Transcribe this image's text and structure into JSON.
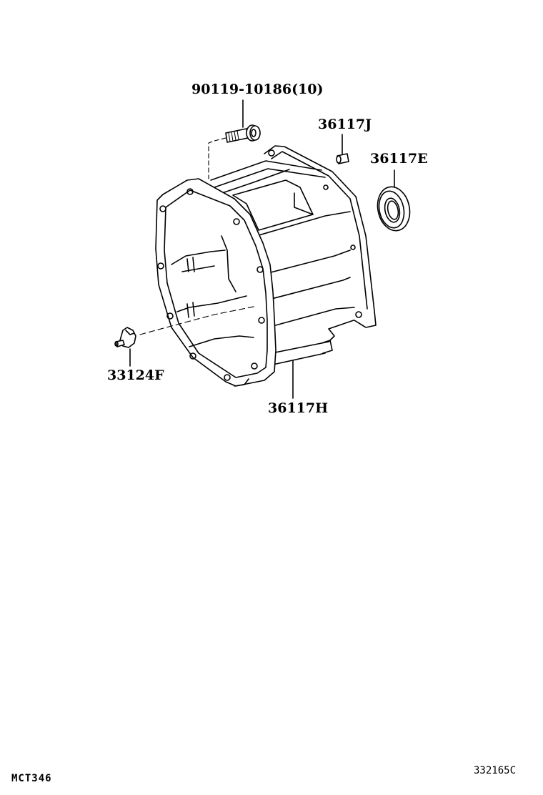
{
  "diagram": {
    "type": "exploded parts diagram",
    "subject": "transmission extension/adapter housing",
    "parts": [
      {
        "id": "bolt",
        "label": "90119-10186(10)",
        "depicts": "flange bolt",
        "quantity": "10"
      },
      {
        "id": "pin",
        "label": "36117J",
        "depicts": "dowel pin"
      },
      {
        "id": "seal",
        "label": "36117E",
        "depicts": "oil seal"
      },
      {
        "id": "housing",
        "label": "36117H",
        "depicts": "housing"
      },
      {
        "id": "breather",
        "label": "33124F",
        "depicts": "breather plug"
      }
    ],
    "footer": {
      "left_code": "MCT346",
      "right_code": "332165C"
    }
  },
  "colors": {
    "line": "#000000",
    "background": "#ffffff"
  }
}
